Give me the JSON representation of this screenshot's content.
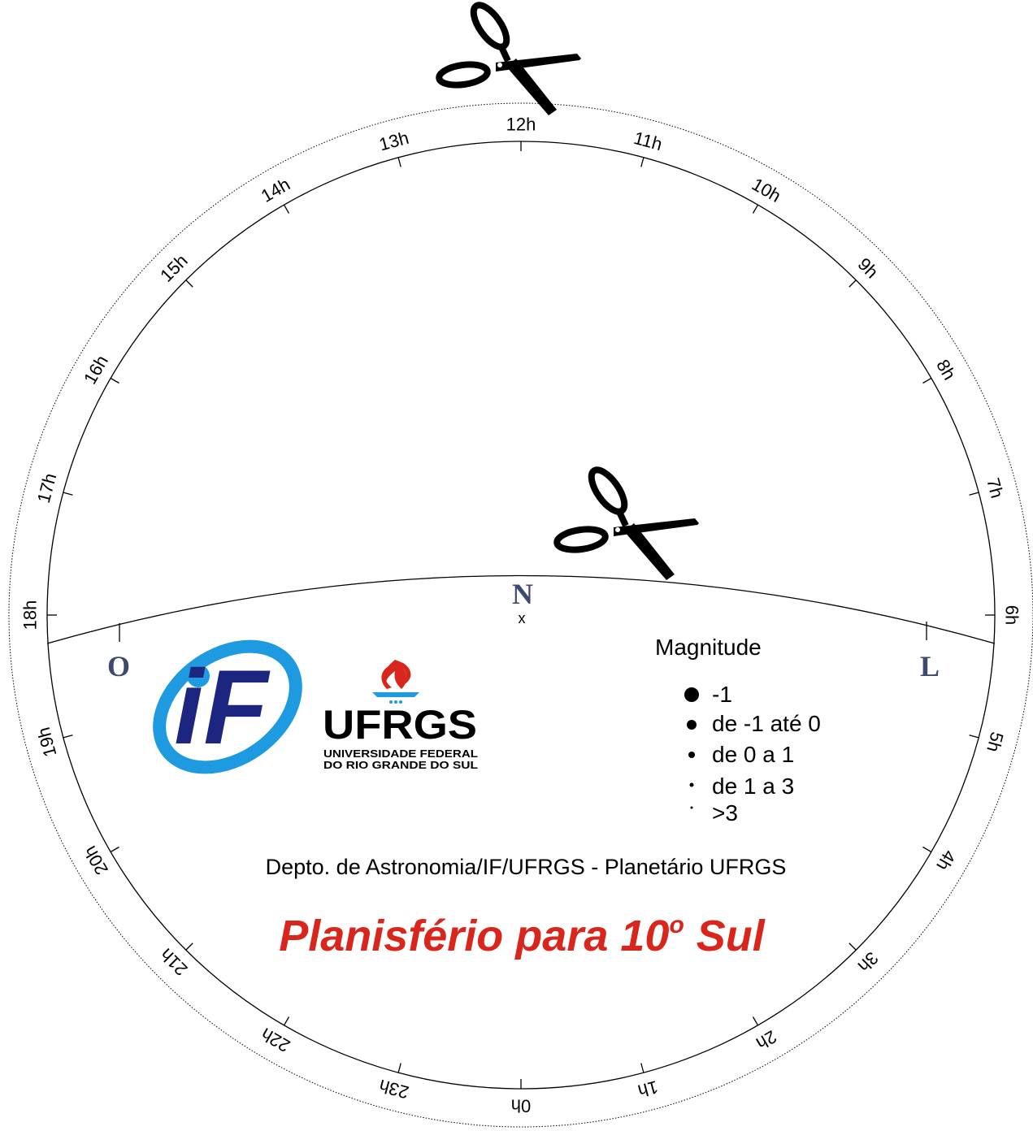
{
  "hours": [
    "12h",
    "11h",
    "10h",
    "9h",
    "8h",
    "7h",
    "6h",
    "5h",
    "4h",
    "3h",
    "2h",
    "1h",
    "0h",
    "23h",
    "22h",
    "21h",
    "20h",
    "19h",
    "18h",
    "17h",
    "16h",
    "15h",
    "14h",
    "13h"
  ],
  "cardinals": {
    "north": "N",
    "north_marker": "x",
    "west": "O",
    "east": "L"
  },
  "legend": {
    "title": "Magnitude",
    "items": [
      {
        "label": "-1"
      },
      {
        "label": "de -1 até 0"
      },
      {
        "label": "de 0 a 1"
      },
      {
        "label": "de 1 a 3"
      },
      {
        "label": ">3"
      }
    ]
  },
  "credit": "Depto. de Astronomia/IF/UFRGS - Planetário UFRGS",
  "title": {
    "main": "Planisfério para 10",
    "degree": "o",
    "suffix": " Sul",
    "color": "#d9261c"
  },
  "logos": {
    "if": {
      "text": "iF",
      "blue": "#1e9be0",
      "navy": "#1c2580"
    },
    "ufrgs": {
      "name": "UFRGS",
      "line1": "UNIVERSIDADE FEDERAL",
      "line2": "DO RIO GRANDE DO SUL",
      "flame_color": "#d9261c",
      "accent": "#1e9be0"
    }
  },
  "colors": {
    "cardinal": "#3d4a6e",
    "ink": "#000000"
  },
  "icons": [
    "scissors-icon-top",
    "scissors-icon-horizon"
  ]
}
